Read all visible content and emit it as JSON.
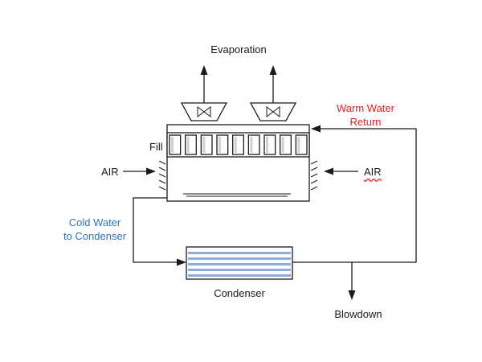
{
  "labels": {
    "evaporation": "Evaporation",
    "warm_water_line1": "Warm Water",
    "warm_water_line2": "Return",
    "fill": "Fill",
    "air_left": "AIR",
    "air_right": "AIR",
    "cold_water_line1": "Cold Water",
    "cold_water_line2": "to Condenser",
    "condenser": "Condenser",
    "blowdown": "Blowdown"
  },
  "colors": {
    "warm_water": "#e02020",
    "cold_water": "#2e75b6",
    "condenser_tube": "#8ea9db",
    "fill_shade": "#d0d0d0"
  }
}
